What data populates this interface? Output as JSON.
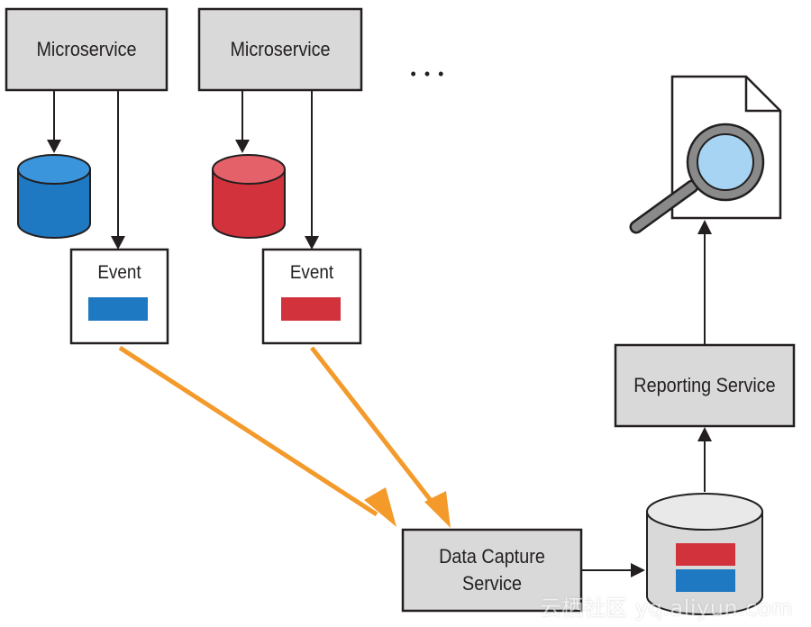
{
  "microservices": [
    {
      "label": "Microservice",
      "db_color": "#1e78c2",
      "event_label": "Event",
      "event_color": "#1e78c2"
    },
    {
      "label": "Microservice",
      "db_color": "#d2323c",
      "event_label": "Event",
      "event_color": "#d2323c"
    }
  ],
  "ellipsis": "• • •",
  "data_capture": {
    "label_line1": "Data Capture",
    "label_line2": "Service"
  },
  "reporting": {
    "label": "Reporting Service"
  },
  "watermark": "云栖社区 yq.aliyun.com",
  "colors": {
    "box_fill": "#d9d9d9",
    "flow_arrow": "#f39a2b",
    "line": "#231f20"
  }
}
